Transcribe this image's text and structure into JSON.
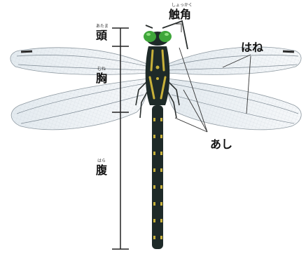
{
  "labels": {
    "head": {
      "text": "頭",
      "reading": "あたま"
    },
    "chest": {
      "text": "胸",
      "reading": "むね"
    },
    "abdomen": {
      "text": "腹",
      "reading": "はら"
    },
    "antenna": {
      "text": "触角",
      "reading": "しょっかく"
    },
    "wings": {
      "text": "はね"
    },
    "legs": {
      "text": "あし"
    }
  },
  "colors": {
    "body": "#1e2a28",
    "spots": "#c8b13a",
    "eyes": "#3fa63a",
    "wing_membrane": "#eef2f5",
    "wing_vein": "#7b8791",
    "pterostigma": "#2b2b2b",
    "scale_bar": "#222222",
    "leader_line": "#333333"
  }
}
